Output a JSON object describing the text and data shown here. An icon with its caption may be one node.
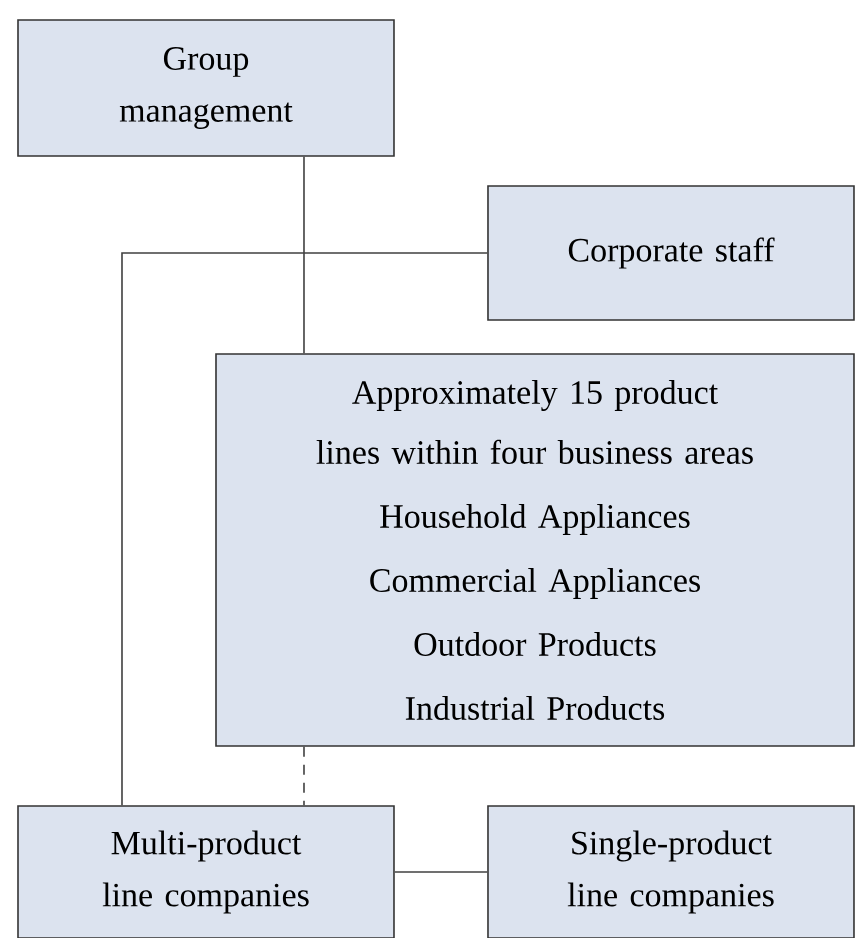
{
  "diagram": {
    "nodes": [
      {
        "text": [
          "Group management"
        ]
      },
      {
        "text": [
          "Corporate staff"
        ]
      },
      {
        "text": [
          "Approximately 15 product lines within four business areas",
          "Household Appliances",
          "Commercial Appliances",
          "Outdoor Products",
          "Industrial Products"
        ]
      },
      {
        "text": [
          "Multi-product line companies"
        ]
      },
      {
        "text": [
          "Single-product line companies"
        ]
      }
    ],
    "edges": [
      {
        "from": 0,
        "to": 2,
        "arrow": "none"
      },
      {
        "from": 1,
        "to": 3,
        "arrow": "none"
      },
      {
        "from": 2,
        "to": 3,
        "arrow": "none",
        "style": "dashed"
      },
      {
        "from": 3,
        "to": 4,
        "arrow": "none"
      }
    ]
  }
}
